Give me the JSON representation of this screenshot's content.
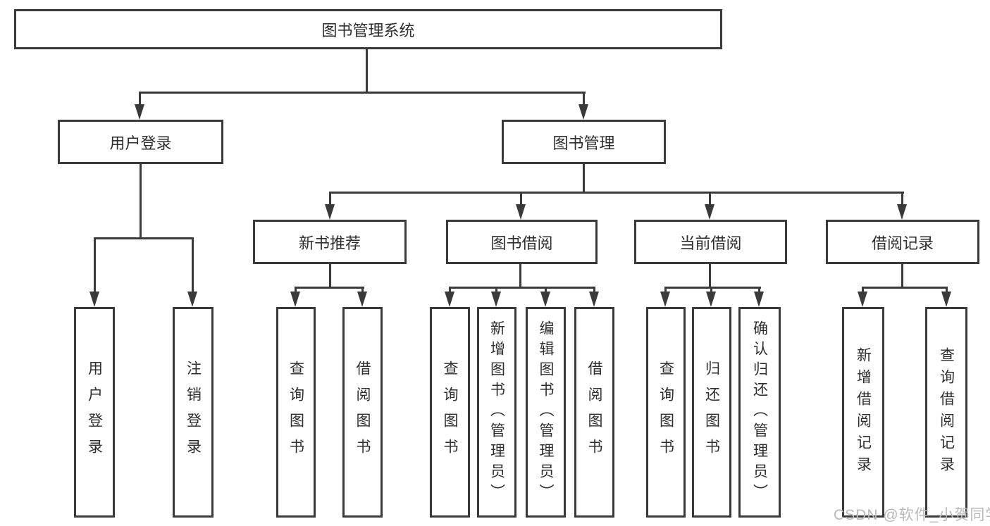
{
  "diagram": {
    "root": {
      "label": "图书管理系统"
    },
    "branches": [
      {
        "label": "用户登录",
        "children": [
          {
            "label": "用户登录"
          },
          {
            "label": "注销登录"
          }
        ]
      },
      {
        "label": "图书管理",
        "children": [
          {
            "label": "新书推荐",
            "children": [
              {
                "label": "查询图书"
              },
              {
                "label": "借阅图书"
              }
            ]
          },
          {
            "label": "图书借阅",
            "children": [
              {
                "label": "查询图书"
              },
              {
                "label": "新增图书（管理员）"
              },
              {
                "label": "编辑图书（管理员）"
              },
              {
                "label": "借阅图书"
              }
            ]
          },
          {
            "label": "当前借阅",
            "children": [
              {
                "label": "查询图书"
              },
              {
                "label": "归还图书"
              },
              {
                "label": "确认归还（管理员）"
              }
            ]
          },
          {
            "label": "借阅记录",
            "children": [
              {
                "label": "新增借阅记录"
              },
              {
                "label": "查询借阅记录"
              }
            ]
          }
        ]
      }
    ]
  },
  "watermark": {
    "text": "CSDN @软件_小贺同学"
  },
  "colors": {
    "line": "#3a3a3a",
    "text": "#2d2d2d",
    "background": "#ffffff",
    "watermark": "#b9b9b9"
  }
}
